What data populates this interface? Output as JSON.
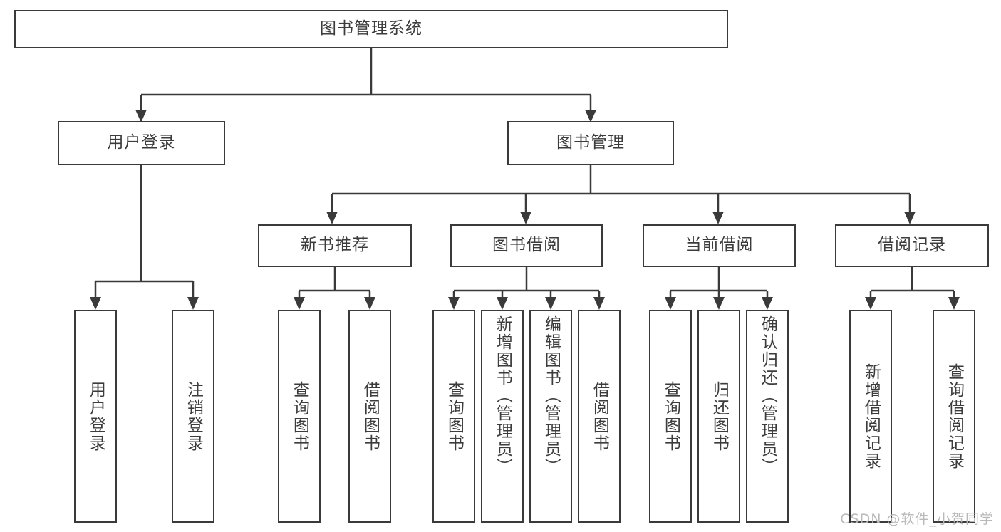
{
  "diagram": {
    "title": "图书管理系统",
    "type": "tree",
    "watermark": "CSDN @软件_小贺同学",
    "nodes": {
      "root": {
        "label": "图书管理系统"
      },
      "level2": [
        {
          "id": "user-login",
          "label": "用户登录"
        },
        {
          "id": "book-management",
          "label": "图书管理"
        }
      ],
      "level3": [
        {
          "id": "new-book-recommend",
          "label": "新书推荐"
        },
        {
          "id": "book-borrow",
          "label": "图书借阅"
        },
        {
          "id": "current-borrow",
          "label": "当前借阅"
        },
        {
          "id": "borrow-record",
          "label": "借阅记录"
        }
      ],
      "leaves": {
        "user_login": [
          {
            "id": "leaf-user-login",
            "label": "用户登录"
          },
          {
            "id": "leaf-logout-login",
            "label": "注销登录"
          }
        ],
        "new_book_recommend": [
          {
            "id": "leaf-query-book-1",
            "label": "查询图书"
          },
          {
            "id": "leaf-borrow-book-1",
            "label": "借阅图书"
          }
        ],
        "book_borrow": [
          {
            "id": "leaf-query-book-2",
            "label": "查询图书"
          },
          {
            "id": "leaf-add-book",
            "label": "新增图书（管理员）"
          },
          {
            "id": "leaf-edit-book",
            "label": "编辑图书（管理员）"
          },
          {
            "id": "leaf-borrow-book-2",
            "label": "借阅图书"
          }
        ],
        "current_borrow": [
          {
            "id": "leaf-query-book-3",
            "label": "查询图书"
          },
          {
            "id": "leaf-return-book",
            "label": "归还图书"
          },
          {
            "id": "leaf-confirm-return",
            "label": "确认归还（管理员）"
          }
        ],
        "borrow_record": [
          {
            "id": "leaf-add-borrow-record",
            "label": "新增借阅记录"
          },
          {
            "id": "leaf-query-borrow-record",
            "label": "查询借阅记录"
          }
        ]
      }
    },
    "colors": {
      "stroke": "#3a3a3a",
      "text": "#3c3c3c",
      "background": "#ffffff",
      "watermark": "#b9b9b9"
    }
  }
}
